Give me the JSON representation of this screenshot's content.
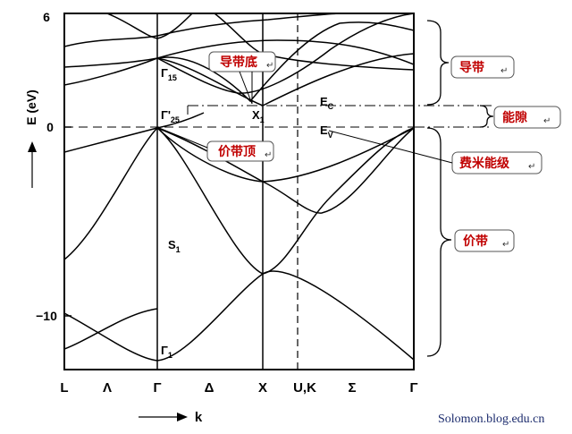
{
  "axes": {
    "y_label": "E (eV)",
    "x_label": "k",
    "y_ticks": [
      "6",
      "0",
      "−10"
    ],
    "k_points": [
      "L",
      "Λ",
      "Γ",
      "Δ",
      "X",
      "U,K",
      "Σ",
      "Γ"
    ]
  },
  "point_labels": {
    "gamma15": "Γ",
    "gamma15_sub": "15",
    "gamma25": "Γ'",
    "gamma25_sub": "25",
    "x1": "X",
    "x1_sub": "1",
    "ec": "E",
    "ec_sub": "C",
    "ev": "E",
    "ev_sub": "V",
    "s1": "S",
    "s1_sub": "1",
    "gamma1": "Γ",
    "gamma1_sub": "1"
  },
  "callouts": {
    "cb_bottom": "导带底",
    "vb_top": "价带顶",
    "conduction_band": "导带",
    "band_gap": "能隙",
    "fermi_level": "费米能级",
    "valence_band": "价带",
    "return_mark": "↵"
  },
  "watermark": "Solomon.blog.edu.cn",
  "colors": {
    "callout_text": "#c00000",
    "lines": "#000000",
    "watermark": "#1a2a6c"
  }
}
